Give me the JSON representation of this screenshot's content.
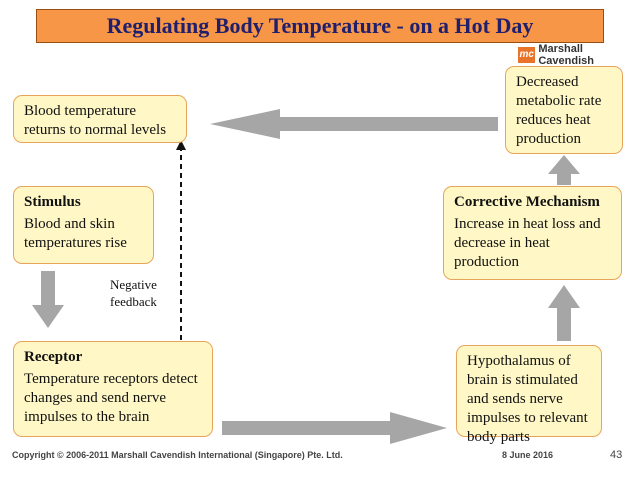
{
  "title": "Regulating Body Temperature - on a Hot Day",
  "logo": {
    "mark": "mc",
    "text": "Marshall Cavendish"
  },
  "boxes": {
    "normal": {
      "body": "Blood temperature returns to normal levels"
    },
    "stimulus": {
      "heading": "Stimulus",
      "body": "Blood and skin temperatures rise"
    },
    "receptor": {
      "heading": "Receptor",
      "body": "Temperature receptors detect changes and send nerve impulses to the brain"
    },
    "hypothalamus": {
      "body": "Hypothalamus of brain is stimulated and sends nerve impulses to relevant body parts"
    },
    "corrective": {
      "heading": "Corrective Mechanism",
      "body": "Increase in heat loss and decrease in heat production"
    },
    "metabolic": {
      "body": "Decreased metabolic rate reduces heat production"
    }
  },
  "feedback_label": "Negative feedback",
  "footer": {
    "copyright": "Copyright © 2006-2011 Marshall Cavendish International (Singapore) Pte. Ltd.",
    "date": "8 June 2016",
    "page": "43"
  },
  "colors": {
    "title_bg": "#f79646",
    "title_text": "#1f1f6e",
    "box_bg": "#fff8c6",
    "box_border": "#e8a55a",
    "arrow": "#a6a6a6"
  }
}
